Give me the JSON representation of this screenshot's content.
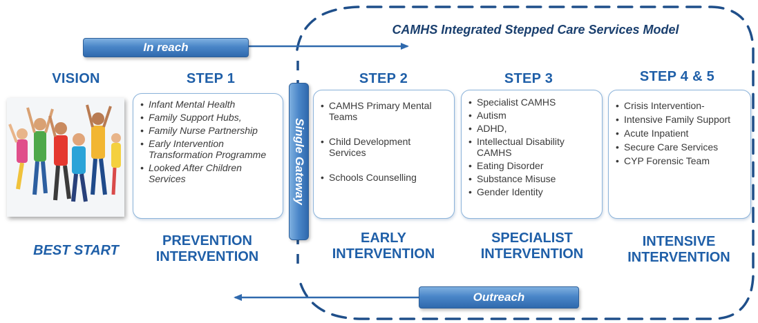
{
  "model_title": "CAMHS Integrated Stepped Care Services Model",
  "in_reach_label": "In reach",
  "outreach_label": "Outreach",
  "gateway_label": "Single Gateway",
  "vision": {
    "heading": "VISION",
    "footer": "BEST START",
    "image_icon": "children-jumping-photo"
  },
  "colors": {
    "heading_blue": "#1f5fa8",
    "bar_blue": "#4a86c8",
    "card_border": "#8bb3da",
    "arrow_blue": "#2f69ad"
  },
  "columns": [
    {
      "step": "STEP 1",
      "footer_line1": "PREVENTION",
      "footer_line2": "INTERVENTION",
      "items": [
        "Infant Mental Health",
        "Family Support Hubs,",
        "Family Nurse Partnership",
        "Early Intervention Transformation Programme",
        "Looked After Children Services"
      ]
    },
    {
      "step": "STEP 2",
      "footer_line1": "EARLY",
      "footer_line2": "INTERVENTION",
      "items": [
        "CAMHS Primary Mental Teams",
        "Child Development Services",
        "Schools Counselling"
      ]
    },
    {
      "step": "STEP 3",
      "footer_line1": "SPECIALIST",
      "footer_line2": "INTERVENTION",
      "items": [
        "Specialist CAMHS",
        "Autism",
        "ADHD,",
        "Intellectual Disability CAMHS",
        "Eating Disorder",
        "Substance Misuse",
        "Gender Identity"
      ]
    },
    {
      "step": "STEP 4 & 5",
      "footer_line1": "INTENSIVE",
      "footer_line2": "INTERVENTION",
      "items": [
        "Crisis Intervention-",
        "Intensive Family Support",
        "Acute Inpatient",
        "Secure Care Services",
        "CYP Forensic Team"
      ]
    }
  ]
}
